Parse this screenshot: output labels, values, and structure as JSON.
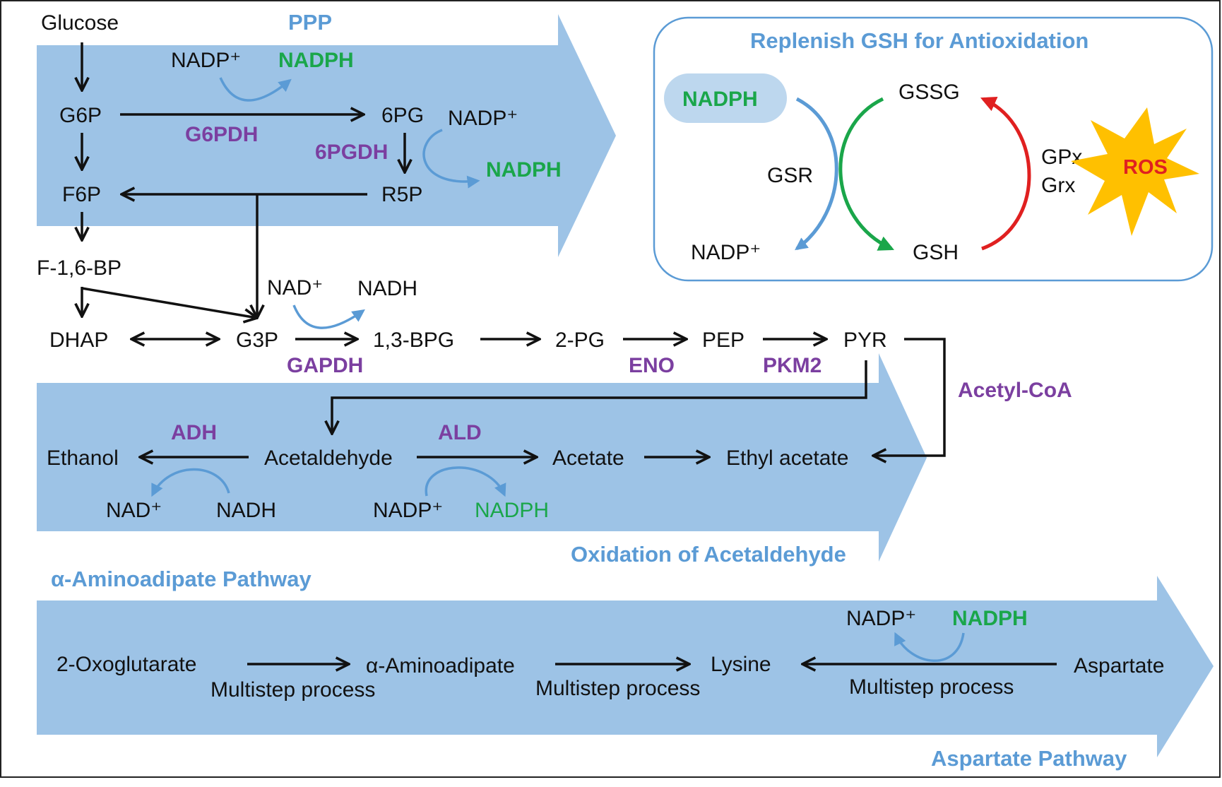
{
  "colors": {
    "band": "#9dc3e6",
    "title_blue": "#5b9bd5",
    "enzyme_purple": "#7b3fa0",
    "nadph_green": "#1aa64a",
    "ros_red": "#e02020",
    "ros_star": "#ffc000",
    "nadph_pill": "#bdd7ee",
    "box_border": "#5b9bd5"
  },
  "ppp": {
    "title": "PPP",
    "glucose": "Glucose",
    "g6p": "G6P",
    "f6p": "F6P",
    "pg6": "6PG",
    "r5p": "R5P",
    "g6pdh": "G6PDH",
    "pgdh6": "6PGDH",
    "nadp_1": "NADP⁺",
    "nadph_1": "NADPH",
    "nadp_2": "NADP⁺",
    "nadph_2": "NADPH"
  },
  "glycolysis": {
    "f16bp": "F-1,6-BP",
    "dhap": "DHAP",
    "g3p": "G3P",
    "bpg": "1,3-BPG",
    "pg2": "2-PG",
    "pep": "PEP",
    "pyr": "PYR",
    "nad": "NAD⁺",
    "nadh": "NADH",
    "gapdh": "GAPDH",
    "eno": "ENO",
    "pkm2": "PKM2",
    "acetyl_coa": "Acetyl-CoA"
  },
  "acetaldehyde": {
    "title": "Oxidation of Acetaldehyde",
    "ethanol": "Ethanol",
    "acetaldehyde": "Acetaldehyde",
    "acetate": "Acetate",
    "ethyl_acetate": "Ethyl acetate",
    "adh": "ADH",
    "ald": "ALD",
    "nad": "NAD⁺",
    "nadh": "NADH",
    "nadp": "NADP⁺",
    "nadph": "NADPH"
  },
  "gsh": {
    "title": "Replenish GSH for Antioxidation",
    "nadph": "NADPH",
    "nadp": "NADP⁺",
    "gssg": "GSSG",
    "gsh": "GSH",
    "gsr": "GSR",
    "gpx": "GPx",
    "grx": "Grx",
    "ros": "ROS"
  },
  "aminoadipate": {
    "title": "α-Aminoadipate Pathway",
    "oxoglutarate": "2-Oxoglutarate",
    "aminoadipate": "α-Aminoadipate",
    "lysine": "Lysine",
    "aspartate": "Aspartate",
    "step_1": "Multistep process",
    "step_2": "Multistep process",
    "step_3": "Multistep process",
    "nadp": "NADP⁺",
    "nadph": "NADPH"
  },
  "aspartate_pathway": {
    "title": "Aspartate Pathway"
  }
}
